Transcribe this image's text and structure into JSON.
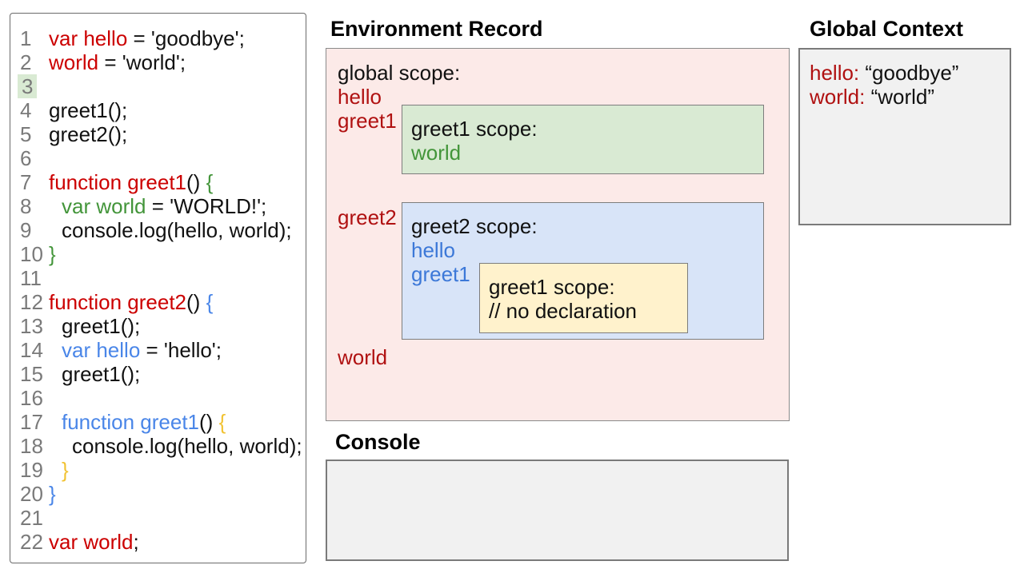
{
  "colors": {
    "code_red": "#cc0000",
    "code_green": "#43953a",
    "code_blue": "#4a86e8",
    "code_yellow": "#f1c232",
    "line_number_gray": "#7a7a7a",
    "line3_highlight": "#d9ead3",
    "global_scope_fill": "#fceae8",
    "greet1_scope_fill": "#d9ead3",
    "greet2_scope_fill": "#d8e4f8",
    "nested_greet1_scope_fill": "#fff2cc",
    "panel_gray_fill": "#f1f1f1",
    "diagram_red": "#b01111",
    "diagram_blue": "#3c78d8",
    "diagram_green": "#43953a"
  },
  "code_panel": {
    "lines": [
      {
        "num": "1",
        "indent": 0,
        "highlight": false,
        "tokens": [
          {
            "t": "var hello",
            "c": "red"
          },
          {
            "t": " = 'goodbye';",
            "c": "plain"
          }
        ]
      },
      {
        "num": "2",
        "indent": 0,
        "highlight": false,
        "tokens": [
          {
            "t": "world",
            "c": "red"
          },
          {
            "t": " = 'world';",
            "c": "plain"
          }
        ]
      },
      {
        "num": "3",
        "indent": 0,
        "highlight": true,
        "tokens": []
      },
      {
        "num": "4",
        "indent": 0,
        "highlight": false,
        "tokens": [
          {
            "t": "greet1();",
            "c": "plain"
          }
        ]
      },
      {
        "num": "5",
        "indent": 0,
        "highlight": false,
        "tokens": [
          {
            "t": "greet2();",
            "c": "plain"
          }
        ]
      },
      {
        "num": "6",
        "indent": 0,
        "highlight": false,
        "tokens": []
      },
      {
        "num": "7",
        "indent": 0,
        "highlight": false,
        "tokens": [
          {
            "t": "function greet1",
            "c": "red"
          },
          {
            "t": "() ",
            "c": "plain"
          },
          {
            "t": "{",
            "c": "green"
          }
        ]
      },
      {
        "num": "8",
        "indent": 1,
        "highlight": false,
        "tokens": [
          {
            "t": "var world",
            "c": "green"
          },
          {
            "t": " = 'WORLD!';",
            "c": "plain"
          }
        ]
      },
      {
        "num": "9",
        "indent": 1,
        "highlight": false,
        "tokens": [
          {
            "t": "console.log(hello, world);",
            "c": "plain"
          }
        ]
      },
      {
        "num": "10",
        "indent": 0,
        "highlight": false,
        "tokens": [
          {
            "t": "}",
            "c": "green"
          }
        ]
      },
      {
        "num": "11",
        "indent": 0,
        "highlight": false,
        "tokens": []
      },
      {
        "num": "12",
        "indent": 0,
        "highlight": false,
        "tokens": [
          {
            "t": "function greet2",
            "c": "red"
          },
          {
            "t": "() ",
            "c": "plain"
          },
          {
            "t": "{",
            "c": "blue"
          }
        ]
      },
      {
        "num": "13",
        "indent": 1,
        "highlight": false,
        "tokens": [
          {
            "t": "greet1();",
            "c": "plain"
          }
        ]
      },
      {
        "num": "14",
        "indent": 1,
        "highlight": false,
        "tokens": [
          {
            "t": "var hello",
            "c": "blue"
          },
          {
            "t": " = 'hello';",
            "c": "plain"
          }
        ]
      },
      {
        "num": "15",
        "indent": 1,
        "highlight": false,
        "tokens": [
          {
            "t": "greet1();",
            "c": "plain"
          }
        ]
      },
      {
        "num": "16",
        "indent": 0,
        "highlight": false,
        "tokens": []
      },
      {
        "num": "17",
        "indent": 1,
        "highlight": false,
        "tokens": [
          {
            "t": "function greet1",
            "c": "blue"
          },
          {
            "t": "() ",
            "c": "plain"
          },
          {
            "t": "{",
            "c": "yellow"
          }
        ]
      },
      {
        "num": "18",
        "indent": 2,
        "highlight": false,
        "tokens": [
          {
            "t": "console.log(hello, world);",
            "c": "plain"
          }
        ]
      },
      {
        "num": "19",
        "indent": 1,
        "highlight": false,
        "tokens": [
          {
            "t": "}",
            "c": "yellow"
          }
        ]
      },
      {
        "num": "20",
        "indent": 0,
        "highlight": false,
        "tokens": [
          {
            "t": "}",
            "c": "blue"
          }
        ]
      },
      {
        "num": "21",
        "indent": 0,
        "highlight": false,
        "tokens": []
      },
      {
        "num": "22",
        "indent": 0,
        "highlight": false,
        "tokens": [
          {
            "t": "var world",
            "c": "red"
          },
          {
            "t": ";",
            "c": "plain"
          }
        ]
      }
    ]
  },
  "environment_record": {
    "title": "Environment Record",
    "global_scope": {
      "label": "global scope:",
      "var1": "hello",
      "var2": "greet1",
      "var3": "greet2",
      "var4": "world"
    },
    "greet1_scope": {
      "label": "greet1 scope:",
      "var1": "world"
    },
    "greet2_scope": {
      "label": "greet2 scope:",
      "var1": "hello",
      "var2": "greet1"
    },
    "nested_greet1_scope": {
      "label": "greet1 scope:",
      "comment": "// no declaration"
    }
  },
  "global_context": {
    "title": "Global Context",
    "entries": [
      {
        "key": "hello:",
        "value": "“goodbye”"
      },
      {
        "key": "world:",
        "value": "“world”"
      }
    ]
  },
  "console": {
    "title": "Console"
  }
}
